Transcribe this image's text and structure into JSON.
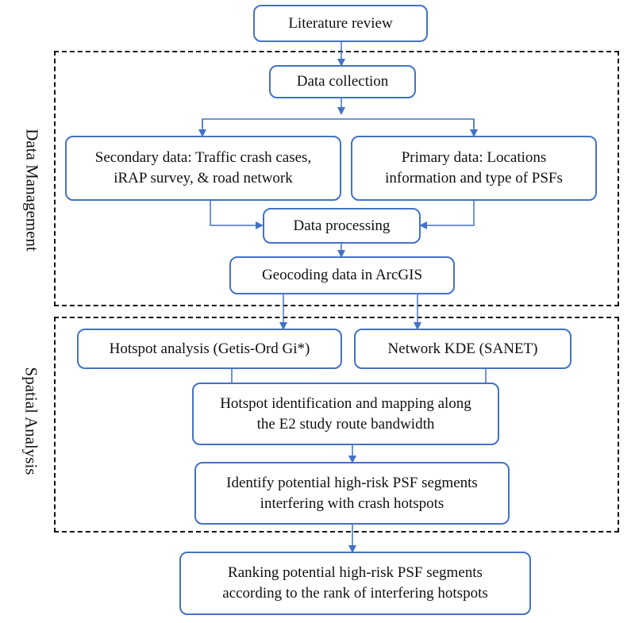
{
  "boxes": {
    "literature": "Literature review",
    "collection": "Data collection",
    "secondary_l1": "Secondary data: Traffic crash cases,",
    "secondary_l2": "iRAP survey, & road network",
    "primary_l1": "Primary data: Locations",
    "primary_l2": "information and type of PSFs",
    "processing": "Data processing",
    "geocoding": "Geocoding data in ArcGIS",
    "hotspot": "Hotspot analysis (Getis-Ord Gi*)",
    "kde": "Network KDE (SANET)",
    "identification_l1": "Hotspot identification and mapping along",
    "identification_l2": "the E2 study route bandwidth",
    "identify_l1": "Identify potential high-risk PSF segments",
    "identify_l2": "interfering with crash hotspots",
    "ranking_l1": "Ranking potential high-risk PSF segments",
    "ranking_l2": "according to the rank of interfering hotspots"
  },
  "groups": {
    "data_management": "Data Management",
    "spatial_analysis": "Spatial Analysis"
  },
  "colors": {
    "accent": "#4472c4",
    "border_dash": "#111111"
  }
}
